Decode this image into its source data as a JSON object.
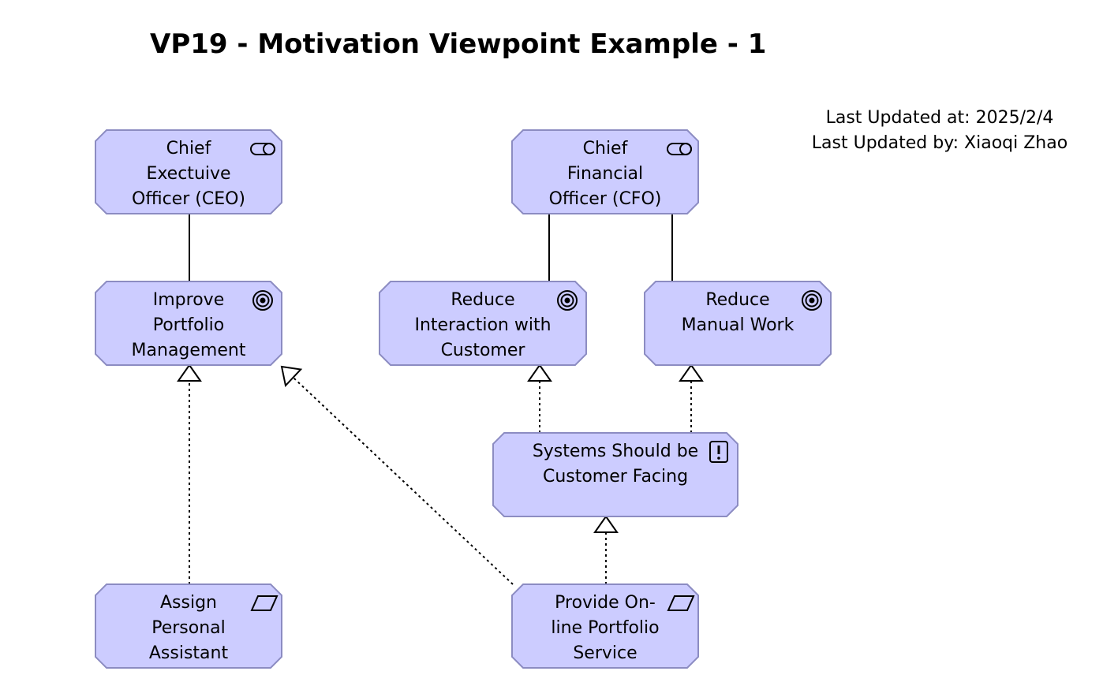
{
  "title": "VP19 - Motivation Viewpoint Example - 1",
  "meta": {
    "updated_at": "Last Updated at: 2025/2/4",
    "updated_by": "Last Updated by: Xiaoqi Zhao"
  },
  "colors": {
    "node_fill": "#ccccff",
    "node_stroke": "#8c8cc2",
    "line": "#000000"
  },
  "nodes": {
    "ceo": {
      "label": "Chief\nExectuive\nOfficer (CEO)",
      "kind": "stakeholder",
      "icon": "stakeholder-icon"
    },
    "cfo": {
      "label": "Chief\nFinancial\nOfficer (CFO)",
      "kind": "stakeholder",
      "icon": "stakeholder-icon"
    },
    "improve": {
      "label": "Improve\nPortfolio\nManagement",
      "kind": "goal",
      "icon": "goal-icon"
    },
    "reduce_interaction": {
      "label": "Reduce\nInteraction with\nCustomer",
      "kind": "goal",
      "icon": "goal-icon"
    },
    "reduce_manual": {
      "label": "Reduce\nManual Work",
      "kind": "goal",
      "icon": "goal-icon"
    },
    "principle": {
      "label": "Systems Should be\nCustomer Facing",
      "kind": "principle",
      "icon": "principle-icon"
    },
    "assign": {
      "label": "Assign\nPersonal\nAssistant",
      "kind": "requirement",
      "icon": "requirement-icon"
    },
    "provide": {
      "label": "Provide On-\nline Portfolio\nService",
      "kind": "requirement",
      "icon": "requirement-icon"
    }
  },
  "relations": [
    {
      "from": "ceo",
      "to": "improve",
      "type": "association"
    },
    {
      "from": "cfo",
      "to": "reduce_interaction",
      "type": "association"
    },
    {
      "from": "cfo",
      "to": "reduce_manual",
      "type": "association"
    },
    {
      "from": "assign",
      "to": "improve",
      "type": "realization"
    },
    {
      "from": "provide",
      "to": "improve",
      "type": "realization"
    },
    {
      "from": "principle",
      "to": "reduce_interaction",
      "type": "realization"
    },
    {
      "from": "principle",
      "to": "reduce_manual",
      "type": "realization"
    },
    {
      "from": "provide",
      "to": "principle",
      "type": "realization"
    }
  ]
}
